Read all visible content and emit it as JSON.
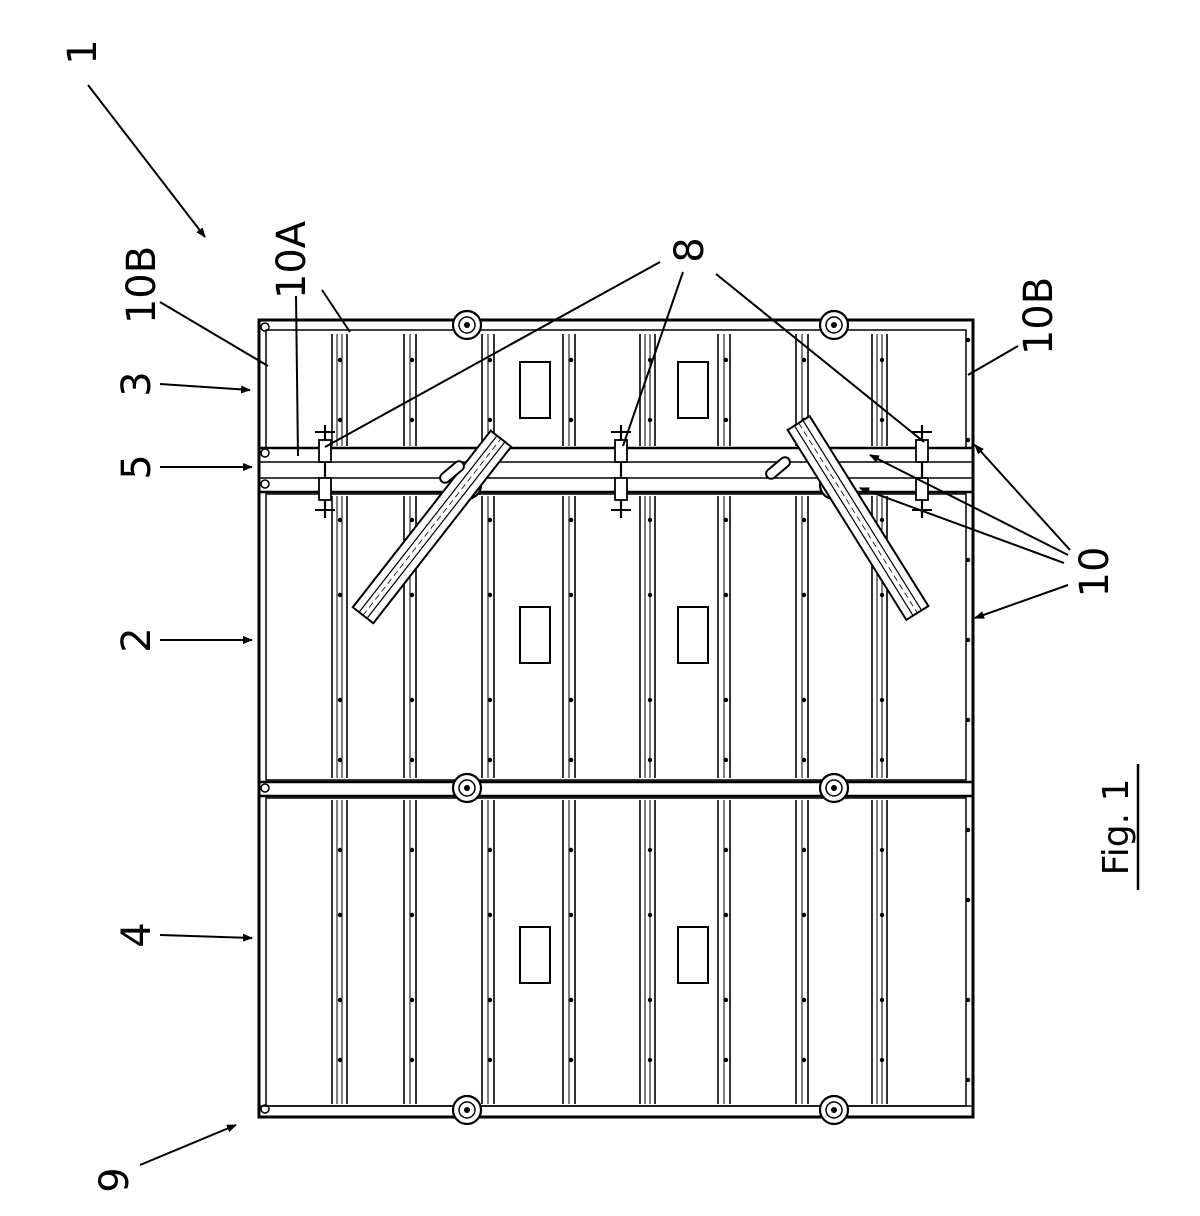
{
  "figure": {
    "reference_labels": {
      "ref_1": "1",
      "ref_10B_left": "10B",
      "ref_10A": "10A",
      "ref_3": "3",
      "ref_5": "5",
      "ref_2": "2",
      "ref_4": "4",
      "ref_9": "9",
      "ref_8": "8",
      "ref_10B_right": "10B",
      "ref_10": "10"
    },
    "caption": "Fig. 1"
  },
  "colors": {
    "ink": "#000000",
    "paper": "#ffffff",
    "fill_gray": "#e6e6e6"
  }
}
